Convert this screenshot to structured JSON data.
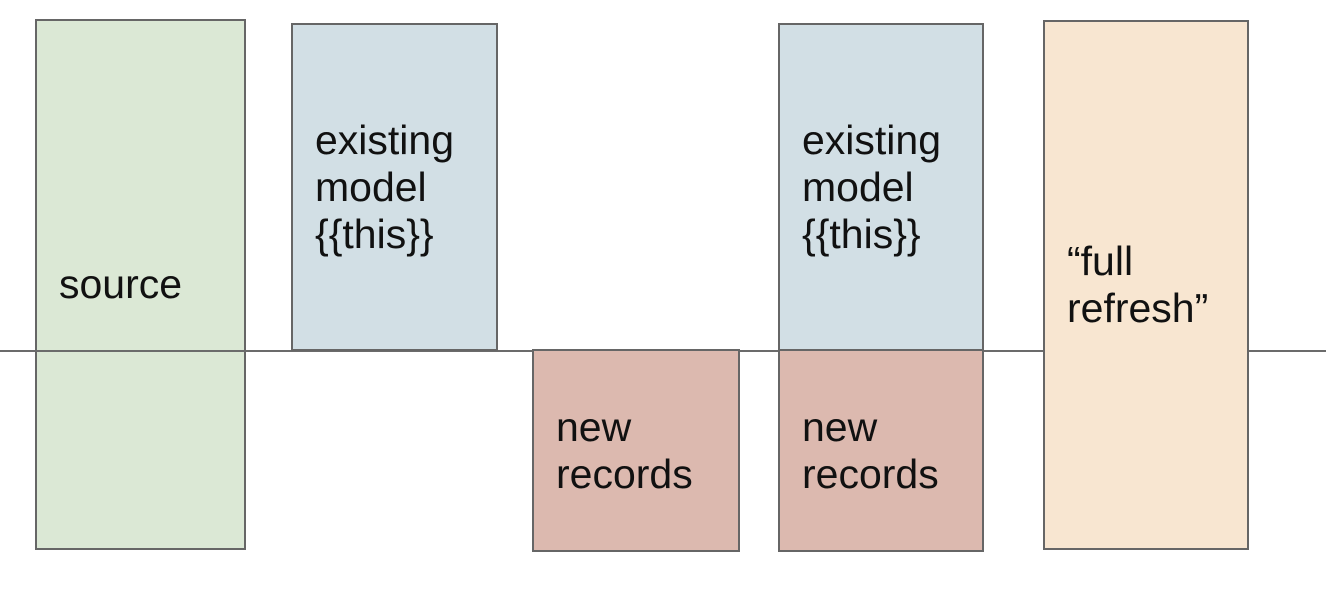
{
  "diagram": {
    "background": "#ffffff",
    "border_color": "#666666",
    "text_color": "#111111",
    "divider_line": {
      "color": "#6b6b6b"
    },
    "boxes": [
      {
        "id": "source",
        "label": "source",
        "fill": "#dbe8d5"
      },
      {
        "id": "existing-model-1",
        "label": "existing\nmodel\n{{this}}",
        "fill": "#d2dfe5"
      },
      {
        "id": "new-records-1",
        "label": "new\nrecords",
        "fill": "#dcb9af"
      },
      {
        "id": "existing-model-2",
        "label": "existing\nmodel\n{{this}}",
        "fill": "#d2dfe5"
      },
      {
        "id": "new-records-2",
        "label": "new\nrecords",
        "fill": "#dcb9af"
      },
      {
        "id": "full-refresh",
        "label": "“full\nrefresh”",
        "fill": "#f8e6d1"
      }
    ]
  }
}
